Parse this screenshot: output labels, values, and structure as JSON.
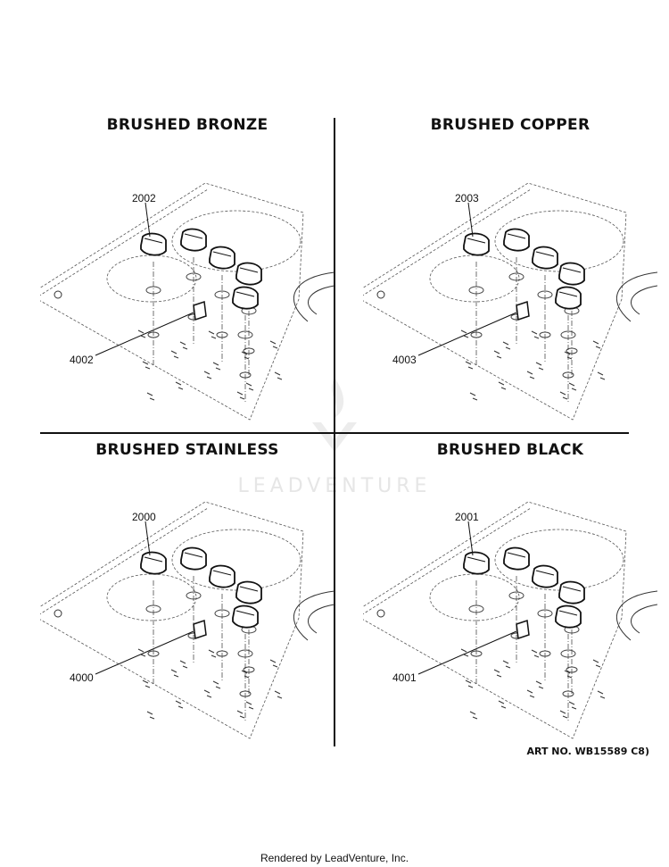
{
  "quadrants": [
    {
      "title": "BRUSHED BRONZE",
      "knob_part": "2002",
      "insert_part": "4002"
    },
    {
      "title": "BRUSHED COPPER",
      "knob_part": "2003",
      "insert_part": "4003"
    },
    {
      "title": "BRUSHED STAINLESS",
      "knob_part": "2000",
      "insert_part": "4000"
    },
    {
      "title": "BRUSHED BLACK",
      "knob_part": "2001",
      "insert_part": "4001"
    }
  ],
  "watermark": "LEADVENTURE",
  "art_number": "ART NO. WB15589 C8)",
  "footer": "Rendered by LeadVenture, Inc."
}
